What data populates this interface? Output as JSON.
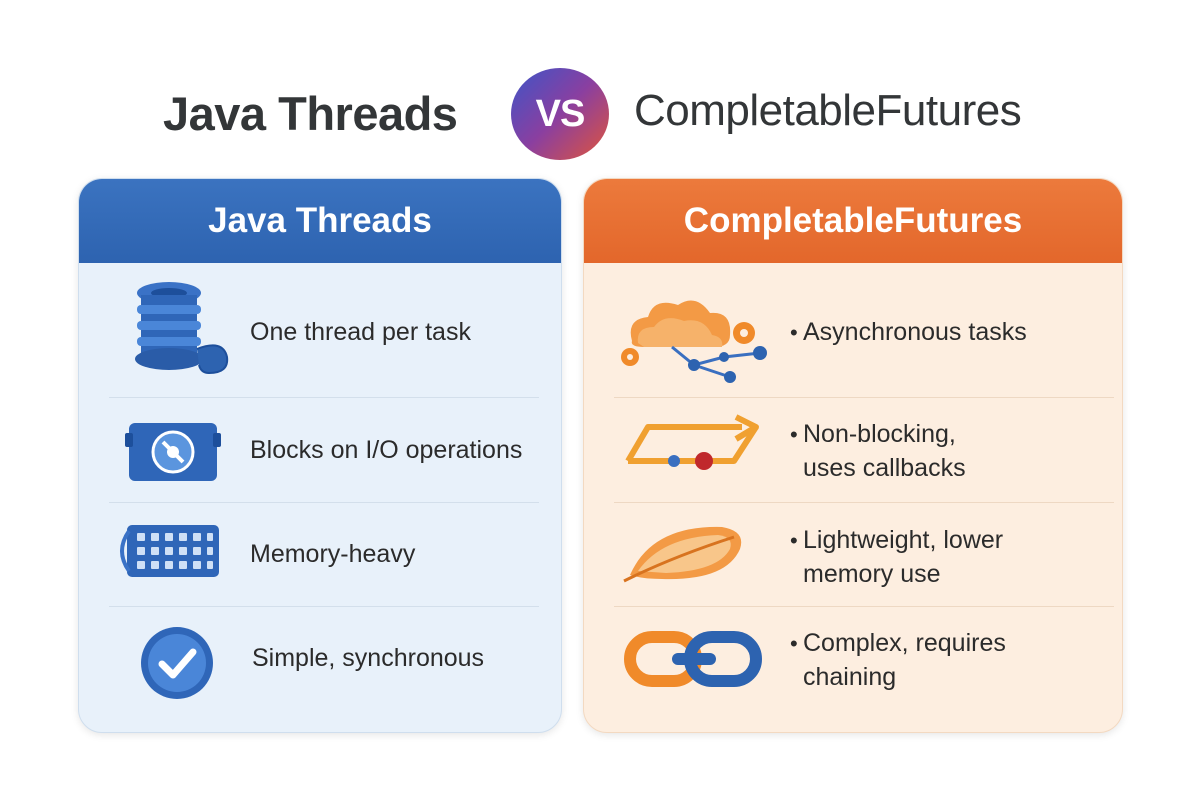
{
  "title": {
    "left": "Java Threads",
    "vs": "VS",
    "right": "CompletableFutures"
  },
  "colors": {
    "threads_accent": "#2d63b0",
    "futures_accent": "#e3672b"
  },
  "threads": {
    "header": "Java Threads",
    "items": [
      {
        "label": "One thread per task",
        "icon": "spool-icon"
      },
      {
        "label": "Blocks on I/O operations",
        "icon": "blocked-disk-icon"
      },
      {
        "label": "Memory-heavy",
        "icon": "memory-chip-icon"
      },
      {
        "label": "Simple, synchronous",
        "icon": "checkmark-icon"
      }
    ]
  },
  "futures": {
    "header": "CompletableFutures",
    "items": [
      {
        "bullet": "•",
        "line1": "Asynchronous tasks",
        "line2": "",
        "icon": "cloud-gears-network-icon"
      },
      {
        "bullet": "•",
        "line1": "Non-blocking,",
        "line2": "uses callbacks",
        "icon": "arrow-flow-icon"
      },
      {
        "bullet": "•",
        "line1": "Lightweight, lower",
        "line2": "memory use",
        "icon": "feather-icon"
      },
      {
        "bullet": "•",
        "line1": "Complex, requires",
        "line2": "chaining",
        "icon": "chain-link-icon"
      }
    ]
  }
}
